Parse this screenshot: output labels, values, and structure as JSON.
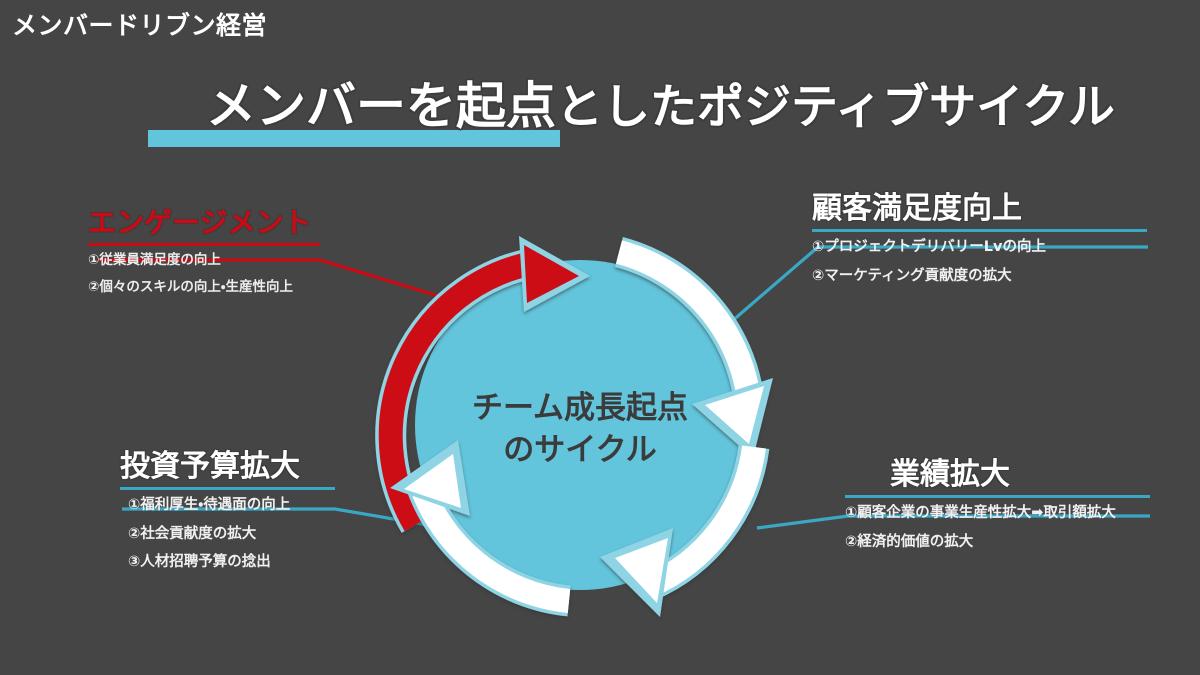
{
  "slide": {
    "kicker": "メンバードリブン経営",
    "background_color": "#454545",
    "accent_color": "#62c5dc",
    "accent_dark_color": "#3aa8c4",
    "alert_color": "#cc0a13"
  },
  "title": {
    "highlighted_part": "メンバーを起点",
    "rest_part": "としたポジティブサイクル",
    "full": "メンバーを起点としたポジティブサイクル"
  },
  "center": {
    "line1": "チーム成長起点",
    "line2": "のサイクル"
  },
  "blocks": {
    "engagement": {
      "heading": "エンゲージメント",
      "bullets": [
        "①従業員満足度の向上",
        "②個々のスキルの向上・生産性向上"
      ]
    },
    "satisfaction": {
      "heading": "顧客満足度向上",
      "bullets": [
        "①プロジェクトデリバリーLvの向上",
        "②マーケティング貢献度の拡大"
      ]
    },
    "business": {
      "heading": "業績拡大",
      "bullets": [
        "①顧客企業の事業生産性拡大➡取引額拡大",
        "②経済的価値の拡大"
      ]
    },
    "investment": {
      "heading": "投資予算拡大",
      "bullets": [
        "①福利厚生・待遇面の向上",
        "②社会貢献度の拡大",
        "③人材招聘予算の捻出"
      ]
    }
  },
  "cycle": {
    "direction": "clockwise",
    "arrows": [
      {
        "name": "engagement-arc",
        "color": "#cc0a13"
      },
      {
        "name": "satisfaction-arc",
        "color": "#ffffff"
      },
      {
        "name": "business-arc",
        "color": "#ffffff"
      },
      {
        "name": "investment-arc",
        "color": "#ffffff"
      }
    ]
  }
}
